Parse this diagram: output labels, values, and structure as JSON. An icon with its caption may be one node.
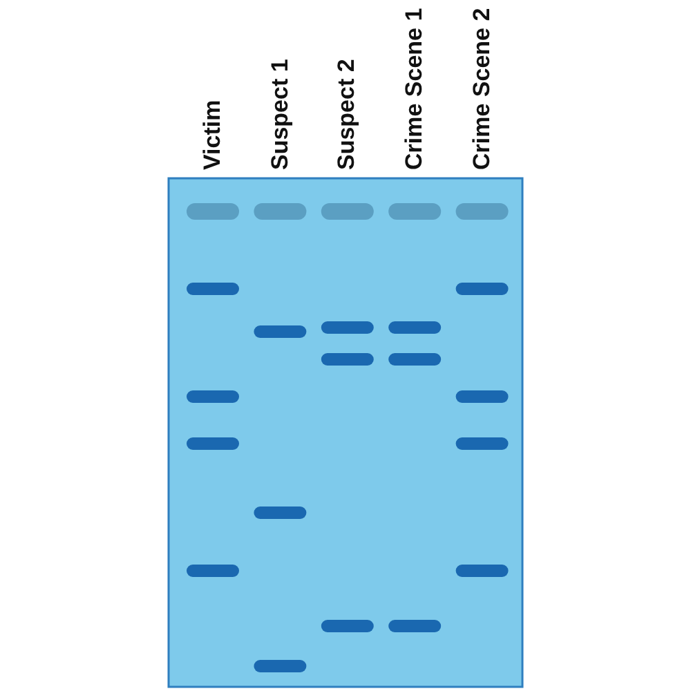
{
  "diagram": {
    "labels": [
      "Victim",
      "Suspect 1",
      "Suspect 2",
      "Crime Scene 1",
      "Crime Scene 2"
    ]
  }
}
